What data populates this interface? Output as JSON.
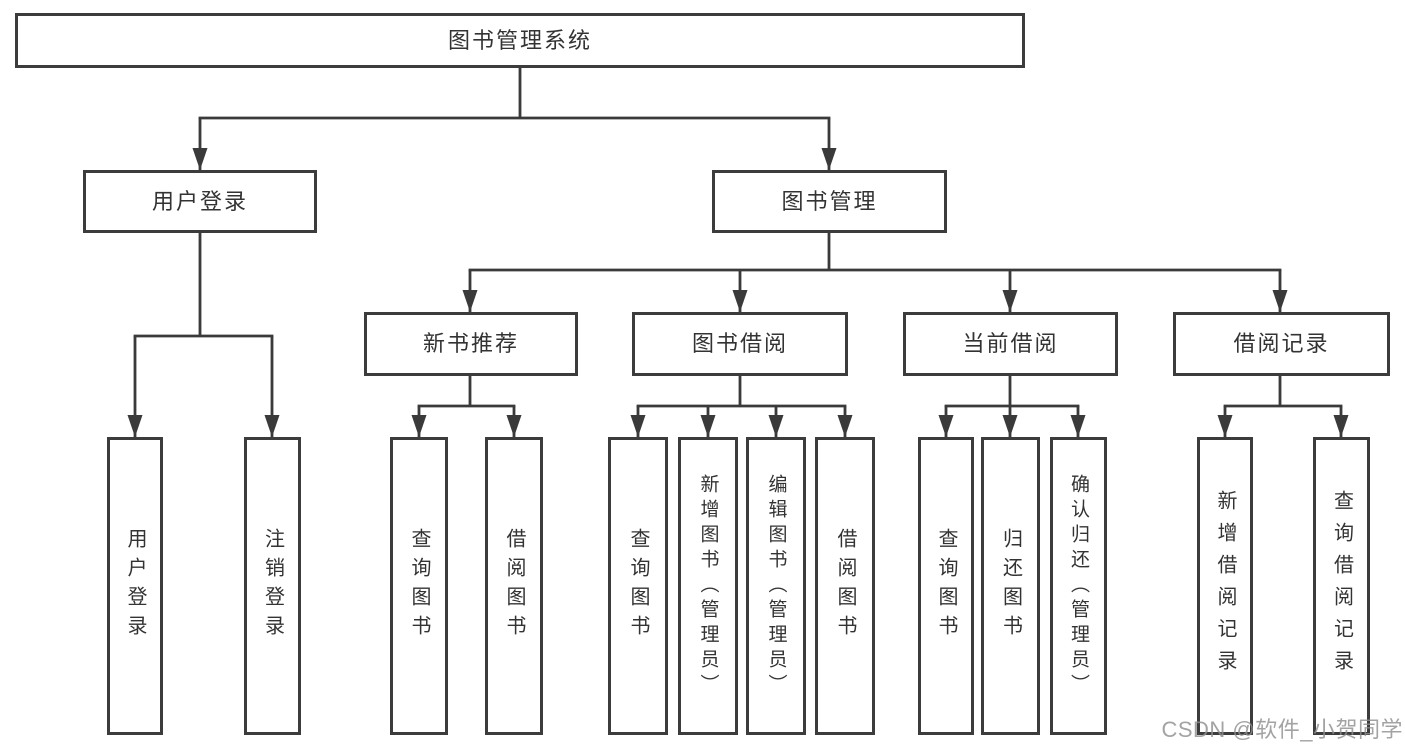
{
  "tree": {
    "label": "图书管理系统",
    "children": [
      {
        "label": "用户登录",
        "children": [
          {
            "label": "用户登录"
          },
          {
            "label": "注销登录"
          }
        ]
      },
      {
        "label": "图书管理",
        "children": [
          {
            "label": "新书推荐",
            "children": [
              {
                "label": "查询图书"
              },
              {
                "label": "借阅图书"
              }
            ]
          },
          {
            "label": "图书借阅",
            "children": [
              {
                "label": "查询图书"
              },
              {
                "label": "新增图书（管理员）"
              },
              {
                "label": "编辑图书（管理员）"
              },
              {
                "label": "借阅图书"
              }
            ]
          },
          {
            "label": "当前借阅",
            "children": [
              {
                "label": "查询图书"
              },
              {
                "label": "归还图书"
              },
              {
                "label": "确认归还（管理员）"
              }
            ]
          },
          {
            "label": "借阅记录",
            "children": [
              {
                "label": "新增借阅记录"
              },
              {
                "label": "查询借阅记录"
              }
            ]
          }
        ]
      }
    ]
  },
  "watermark": {
    "text": "CSDN @软件_小贺同学"
  },
  "colors": {
    "line": "#3a3a3a",
    "box_border": "#3c3c3c",
    "text": "#333333",
    "watermark": "#8f8f8f",
    "background": "#ffffff"
  }
}
